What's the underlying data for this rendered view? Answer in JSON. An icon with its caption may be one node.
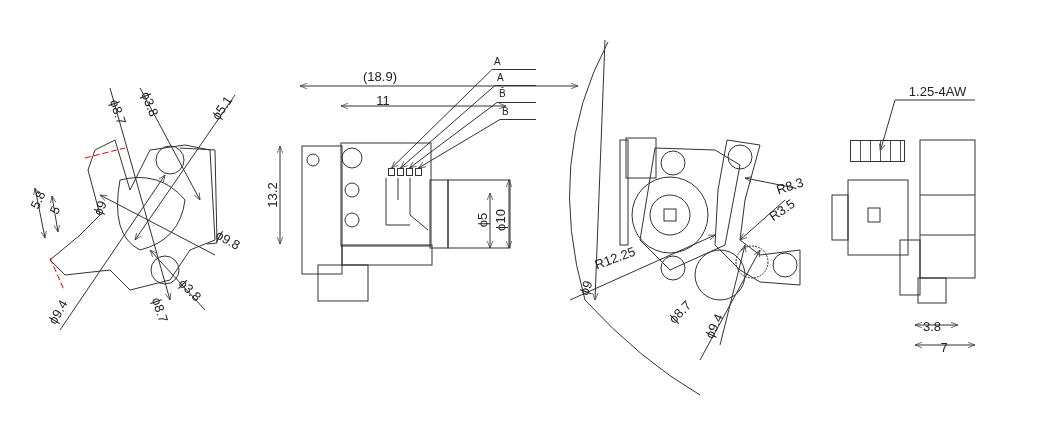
{
  "diagram": {
    "nodes": [
      {
        "text": [
          "A"
        ]
      },
      {
        "text": [
          "A"
        ]
      },
      {
        "text": [
          "B̄"
        ]
      },
      {
        "text": [
          "B"
        ]
      },
      {
        "text": [],
        "shape": "box"
      },
      {
        "text": [],
        "shape": "box"
      },
      {
        "text": [],
        "shape": "box"
      },
      {
        "text": [],
        "shape": "box"
      },
      {
        "text": [
          "1.25-4AW"
        ]
      },
      {
        "text": [],
        "shape": "box"
      }
    ],
    "edges": [
      {
        "from": 0,
        "to": 4,
        "arrow": "to"
      },
      {
        "from": 1,
        "to": 5,
        "arrow": "to"
      },
      {
        "from": 2,
        "to": 6,
        "arrow": "to"
      },
      {
        "from": 3,
        "to": 7,
        "arrow": "to"
      },
      {
        "from": 8,
        "to": 9,
        "arrow": "to"
      }
    ],
    "labels": [
      "ϕ8.7",
      "ϕ3.8",
      "ϕ5.1",
      "5.8",
      "5",
      "ϕ9",
      "ϕ9.8",
      "ϕ3.8",
      "ϕ8.7",
      "ϕ9.4",
      "(18.9)",
      "11",
      "13.2",
      "ϕ5",
      "ϕ10",
      "R8.3",
      "R3.5",
      "R12.25",
      "ϕ9",
      "ϕ8.7",
      "ϕ9.4",
      "3.8",
      "7"
    ]
  }
}
